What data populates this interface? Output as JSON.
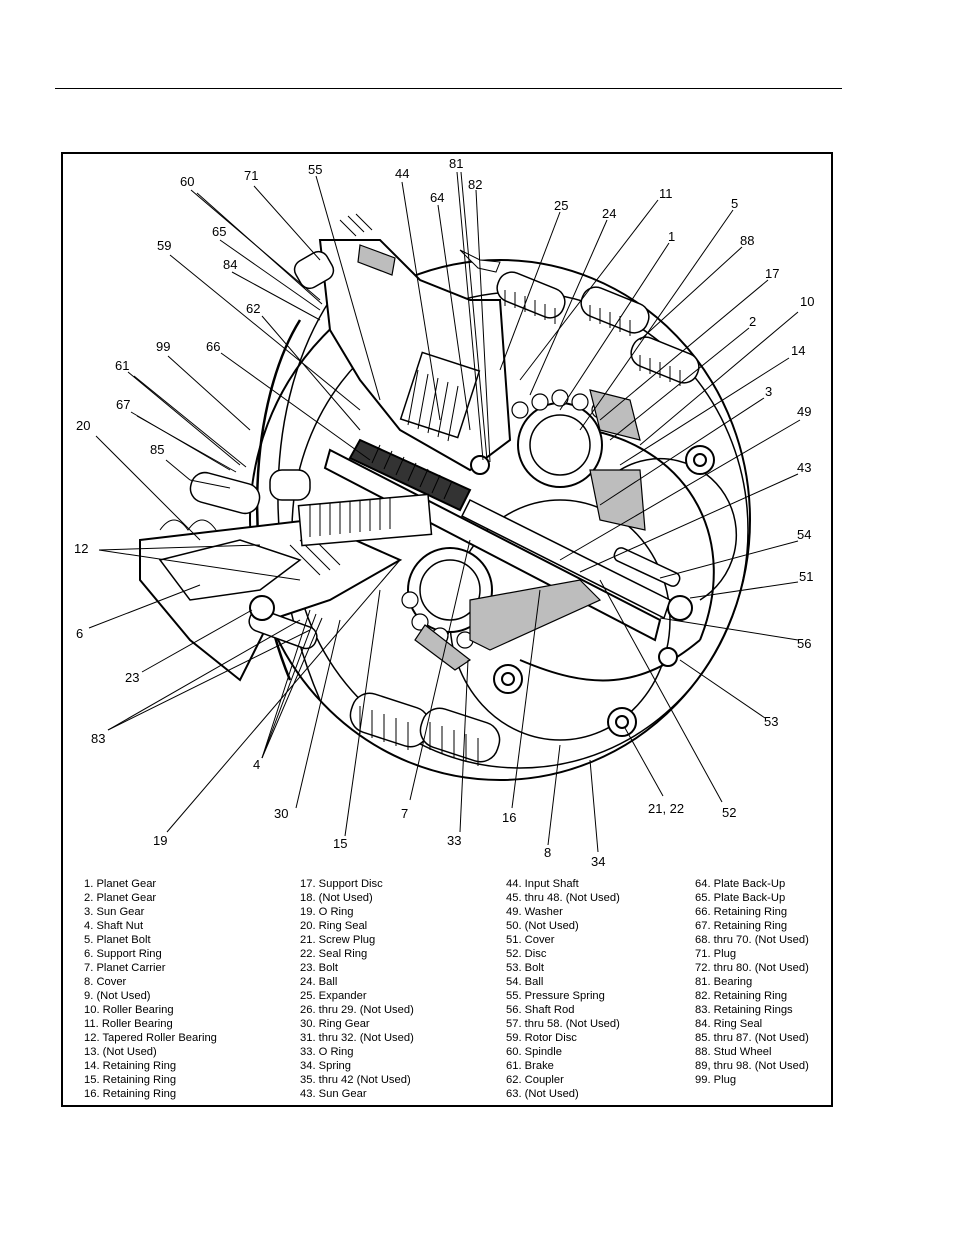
{
  "callouts": {
    "c81": "81",
    "c82": "82",
    "c55": "55",
    "c44": "44",
    "c64": "64",
    "c71": "71",
    "c60": "60",
    "c11": "11",
    "c25": "25",
    "c24": "24",
    "c5": "5",
    "c1": "1",
    "c65": "65",
    "c59": "59",
    "c84": "84",
    "c88": "88",
    "c17": "17",
    "c10": "10",
    "c62": "62",
    "c2": "2",
    "c14": "14",
    "c99": "99",
    "c66": "66",
    "c3": "3",
    "c61": "61",
    "c49": "49",
    "c67": "67",
    "c20": "20",
    "c43": "43",
    "c85": "85",
    "c54": "54",
    "c12": "12",
    "c51": "51",
    "c6": "6",
    "c56": "56",
    "c23": "23",
    "c53": "53",
    "c83": "83",
    "c4": "4",
    "c52": "52",
    "c2122": "21, 22",
    "c30": "30",
    "c7": "7",
    "c16": "16",
    "c19": "19",
    "c15": "15",
    "c33": "33",
    "c34": "34",
    "c8": "8"
  },
  "legend": {
    "col1": [
      "1.  Planet Gear",
      "2.  Planet Gear",
      "3.  Sun Gear",
      "4.  Shaft Nut",
      "5.  Planet Bolt",
      "6.  Support Ring",
      "7.  Planet Carrier",
      "8.  Cover",
      "9.  (Not Used)",
      "10.  Roller Bearing",
      "11.  Roller Bearing",
      "12.  Tapered Roller Bearing",
      "13.  (Not Used)",
      "14.  Retaining Ring",
      "15.  Retaining Ring",
      "16.  Retaining Ring"
    ],
    "col2": [
      "17.  Support Disc",
      "18.  (Not Used)",
      "19.  O Ring",
      "20.  Ring Seal",
      "21.  Screw Plug",
      "22.  Seal Ring",
      "23.  Bolt",
      "24.  Ball",
      "25.  Expander",
      "26. thru 29. (Not Used)",
      "30.  Ring Gear",
      "31. thru 32. (Not Used)",
      "33.  O Ring",
      "34.  Spring",
      "35. thru 42 (Not Used)",
      "43.  Sun Gear"
    ],
    "col3": [
      "44.  Input Shaft",
      "45. thru 48. (Not Used)",
      "49.  Washer",
      "50.  (Not Used)",
      "51.  Cover",
      "52.  Disc",
      "53.  Bolt",
      "54.  Ball",
      "55.  Pressure Spring",
      "56.  Shaft Rod",
      "57. thru 58. (Not Used)",
      "59.  Rotor Disc",
      "60.  Spindle",
      "61.  Brake",
      "62.  Coupler",
      "63.  (Not Used)"
    ],
    "col4": [
      "64.  Plate Back-Up",
      "65.  Plate Back-Up",
      "66.  Retaining Ring",
      "67.  Retaining Ring",
      "68. thru 70. (Not Used)",
      "71.  Plug",
      "72. thru 80. (Not Used)",
      "81.  Bearing",
      "82.  Retaining Ring",
      "83.  Retaining Rings",
      "84.  Ring Seal",
      "85. thru 87. (Not Used)",
      "88.  Stud Wheel",
      "89, thru 98. (Not Used)",
      "99.  Plug"
    ]
  }
}
